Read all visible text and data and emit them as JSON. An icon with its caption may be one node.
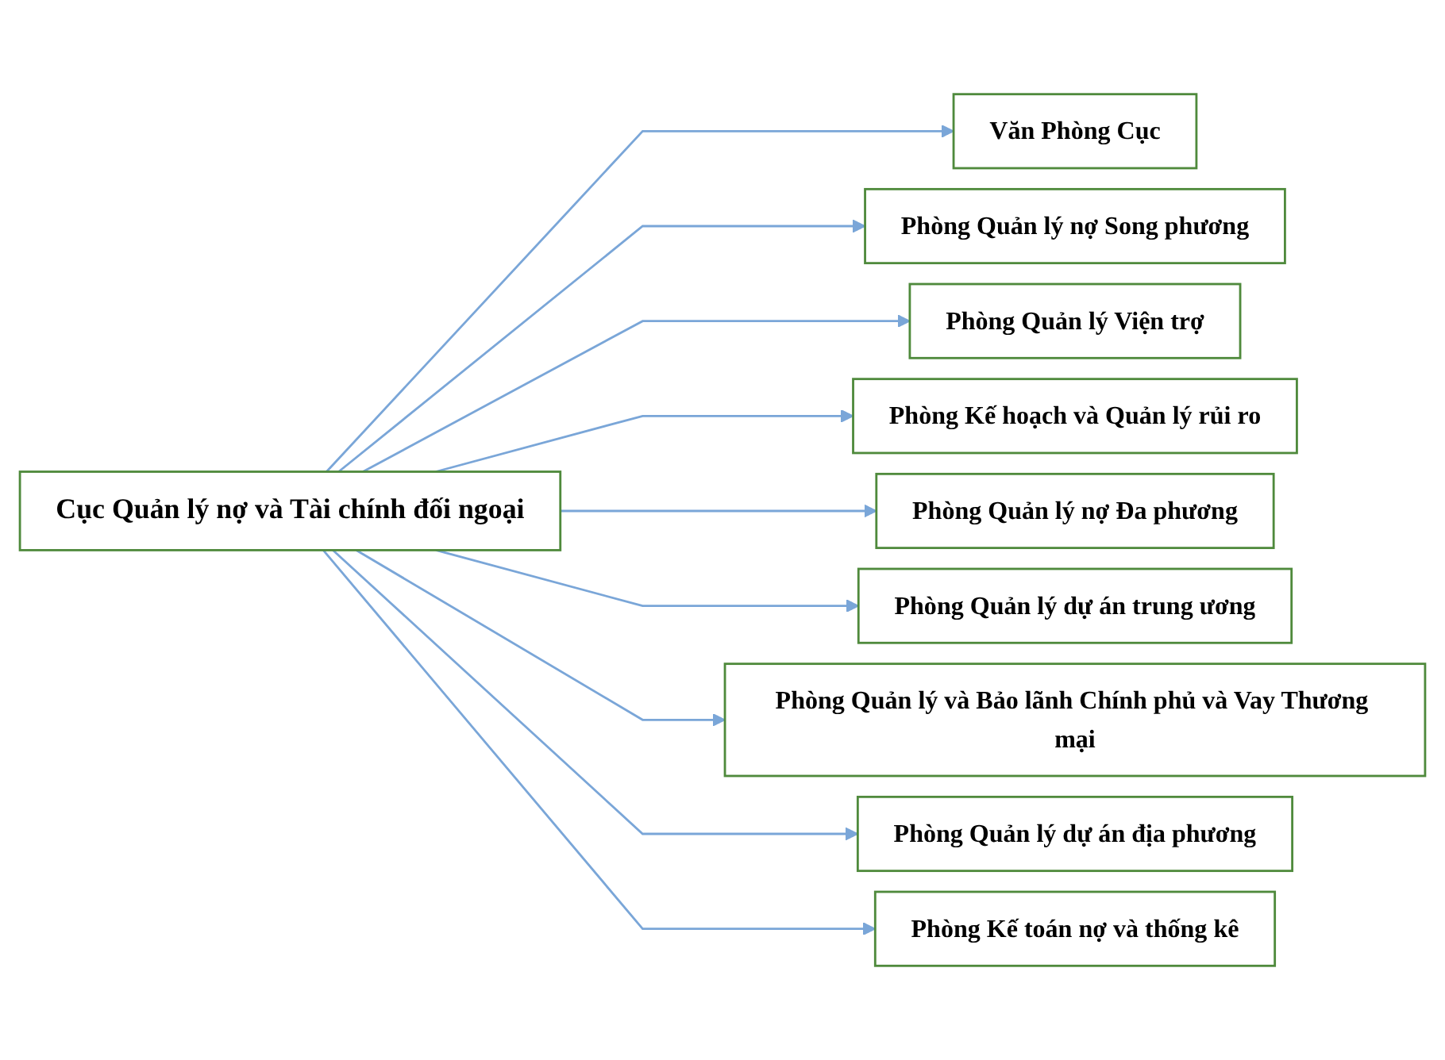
{
  "diagram": {
    "nodes": [
      {
        "text": [
          "Cục Quản lý nợ và Tài chính đối ngoại"
        ]
      },
      {
        "text": [
          "Văn Phòng Cục"
        ]
      },
      {
        "text": [
          "Phòng Quản lý nợ Song phương"
        ]
      },
      {
        "text": [
          "Phòng Quản lý Viện trợ"
        ]
      },
      {
        "text": [
          "Phòng Kế hoạch và Quản lý rủi ro"
        ]
      },
      {
        "text": [
          "Phòng Quản lý nợ Đa phương"
        ]
      },
      {
        "text": [
          "Phòng Quản lý dự án trung ương"
        ]
      },
      {
        "text": [
          "Phòng Quản lý và Bảo lãnh Chính phủ và Vay Thương mại"
        ]
      },
      {
        "text": [
          "Phòng Quản lý dự án địa phương"
        ]
      },
      {
        "text": [
          "Phòng Kế toán nợ và thống kê"
        ]
      }
    ],
    "edges": [
      {
        "from": 0,
        "to": 1,
        "arrow": "to"
      },
      {
        "from": 0,
        "to": 2,
        "arrow": "to"
      },
      {
        "from": 0,
        "to": 3,
        "arrow": "to"
      },
      {
        "from": 0,
        "to": 4,
        "arrow": "to"
      },
      {
        "from": 0,
        "to": 5,
        "arrow": "to"
      },
      {
        "from": 0,
        "to": 6,
        "arrow": "to"
      },
      {
        "from": 0,
        "to": 7,
        "arrow": "to"
      },
      {
        "from": 0,
        "to": 8,
        "arrow": "to"
      },
      {
        "from": 0,
        "to": 9,
        "arrow": "to"
      }
    ]
  }
}
